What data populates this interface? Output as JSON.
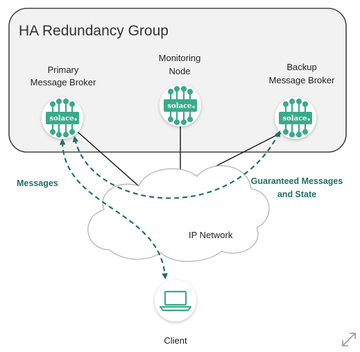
{
  "diagram": {
    "group_title": "HA Redundancy Group",
    "primary_broker": {
      "line1": "Primary",
      "line2": "Message Broker",
      "logo_text": "solace"
    },
    "monitoring_node": {
      "line1": "Monitoring",
      "line2": "Node",
      "logo_text": "solace"
    },
    "backup_broker": {
      "line1": "Backup",
      "line2": "Message Broker",
      "logo_text": "solace"
    },
    "messages_label": "Messages",
    "guaranteed_label_line1": "Guaranteed Messages",
    "guaranteed_label_line2": "and State",
    "network_label": "IP Network",
    "client_label": "Client"
  },
  "colors": {
    "accent": "#3aaa8a",
    "arrow": "#1f6f6a",
    "label_teal": "#1f6f6a",
    "group_fill": "#f2f2f2",
    "group_border": "#444444"
  },
  "icons": [
    "solace-broker-icon",
    "laptop-icon",
    "expand-icon"
  ]
}
